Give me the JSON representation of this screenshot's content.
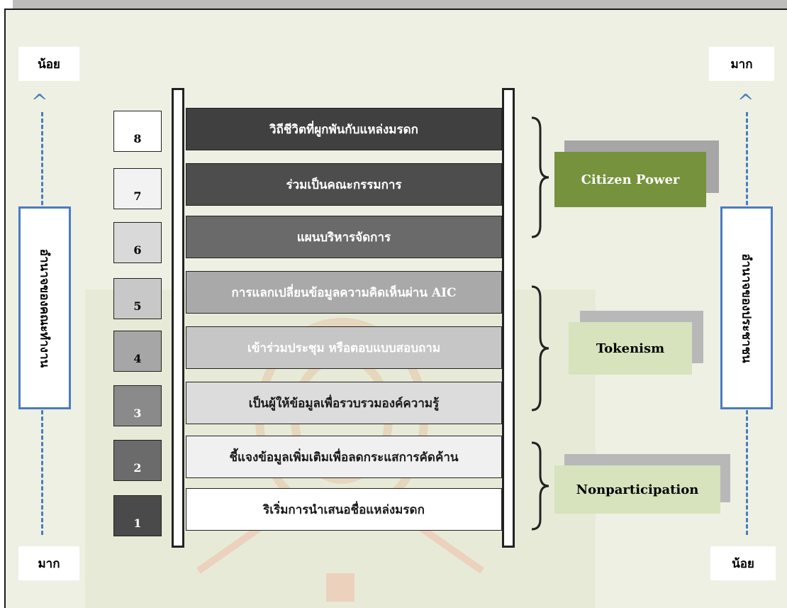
{
  "left": {
    "top_label": "น้อย",
    "bottom_label": "มาก",
    "axis_label": "อำนาจของคณะทำงาน"
  },
  "right": {
    "top_label": "มาก",
    "bottom_label": "น้อย",
    "axis_label": "อำนาจของประชาชน"
  },
  "levels": [
    {
      "number": "8",
      "text": "วิถีชีวิตที่ผูกพันกับแหล่งมรดก"
    },
    {
      "number": "7",
      "text": "ร่วมเป็นคณะกรรมการ"
    },
    {
      "number": "6",
      "text": "แผนบริหารจัดการ"
    },
    {
      "number": "5",
      "text": "การแลกเปลี่ยนข้อมูลความคิดเห็นผ่าน AIC"
    },
    {
      "number": "4",
      "text": "เข้าร่วมประชุม หรือตอบแบบสอบถาม"
    },
    {
      "number": "3",
      "text": "เป็นผู้ให้ข้อมูลเพื่อรวบรวมองค์ความรู้"
    },
    {
      "number": "2",
      "text": "ชี้แจงข้อมูลเพิ่มเติมเพื่อลดกระแสการคัดค้าน"
    },
    {
      "number": "1",
      "text": "ริเริ่มการนำเสนอชื่อแหล่งมรดก"
    }
  ],
  "categories": {
    "citizen_power": "Citizen Power",
    "tokenism": "Tokenism",
    "nonparticipation": "Nonparticipation"
  },
  "colors": {
    "arrow": "#4a7cc0",
    "citizen_power": "#77923c",
    "tokenism": "#d6e3bc",
    "nonparticipation": "#d6e3bc"
  }
}
